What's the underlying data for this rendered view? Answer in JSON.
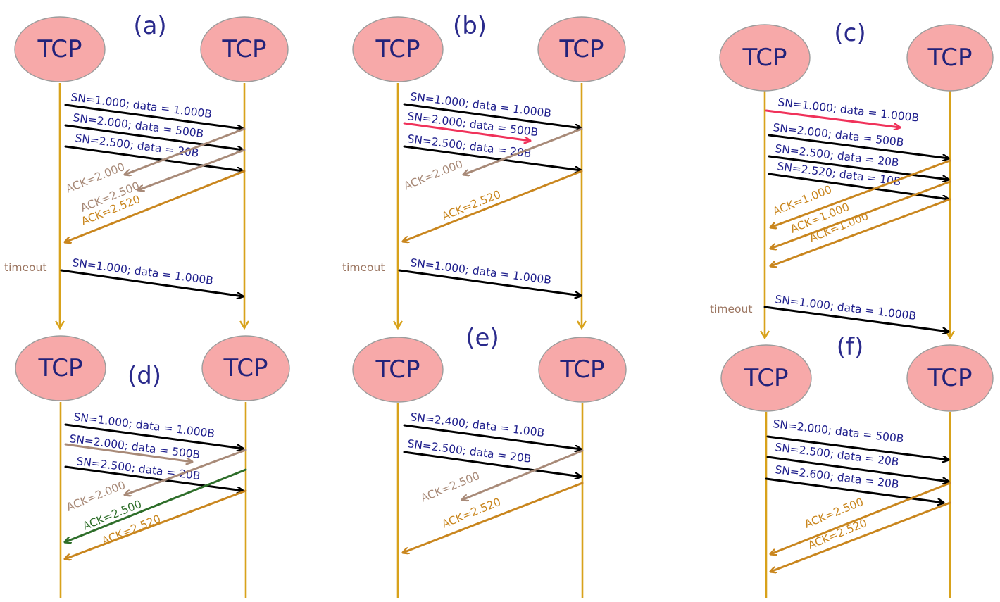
{
  "colors": {
    "node_fill": "#f7a9a9",
    "node_stroke": "#9c9c9c",
    "lifeline": "#d8a21b",
    "text_blue": "#1e1e8c",
    "data_black": "#000000",
    "lost_red": "#f0325a",
    "ack_tan": "#a88a78",
    "ack_orange": "#c9861e",
    "ack_green": "#2e6e2a",
    "timeout": "#9b7560"
  },
  "panels": [
    {
      "id": "a",
      "label": "(a)",
      "left_node": "TCP",
      "right_node": "TCP",
      "messages": [
        {
          "kind": "segment",
          "text": "SN=1.000; data = 1.000B",
          "status": "ok"
        },
        {
          "kind": "segment",
          "text": "SN=2.000; data = 500B",
          "status": "ok"
        },
        {
          "kind": "segment",
          "text": "SN=2.500; data = 20B",
          "status": "ok"
        },
        {
          "kind": "ack",
          "text": "ACK=2.000",
          "color": "tan"
        },
        {
          "kind": "ack",
          "text": "ACK=2.500",
          "color": "tan"
        },
        {
          "kind": "ack",
          "text": "ACK=2.520",
          "color": "orange"
        },
        {
          "kind": "timeout",
          "text": "timeout"
        },
        {
          "kind": "segment",
          "text": "SN=1.000; data = 1.000B",
          "status": "ok"
        }
      ]
    },
    {
      "id": "b",
      "label": "(b)",
      "left_node": "TCP",
      "right_node": "TCP",
      "messages": [
        {
          "kind": "segment",
          "text": "SN=1.000; data = 1.000B",
          "status": "ok"
        },
        {
          "kind": "segment",
          "text": "SN=2.000; data = 500B",
          "status": "lost"
        },
        {
          "kind": "segment",
          "text": "SN=2.500; data = 20B",
          "status": "ok"
        },
        {
          "kind": "ack",
          "text": "ACK=2.000",
          "color": "tan"
        },
        {
          "kind": "ack",
          "text": "ACK=2.520",
          "color": "orange"
        },
        {
          "kind": "timeout",
          "text": "timeout"
        },
        {
          "kind": "segment",
          "text": "SN=1.000; data = 1.000B",
          "status": "ok"
        }
      ]
    },
    {
      "id": "c",
      "label": "(c)",
      "left_node": "TCP",
      "right_node": "TCP",
      "messages": [
        {
          "kind": "segment",
          "text": "SN=1.000; data = 1.000B",
          "status": "lost"
        },
        {
          "kind": "segment",
          "text": "SN=2.000; data = 500B",
          "status": "ok"
        },
        {
          "kind": "segment",
          "text": "SN=2.500; data = 20B",
          "status": "ok"
        },
        {
          "kind": "segment",
          "text": "SN=2.520; data = 10B",
          "status": "ok"
        },
        {
          "kind": "ack",
          "text": "ACK=1.000",
          "color": "orange"
        },
        {
          "kind": "ack",
          "text": "ACK=1.000",
          "color": "orange"
        },
        {
          "kind": "ack",
          "text": "ACK=1.000",
          "color": "orange"
        },
        {
          "kind": "timeout",
          "text": "timeout"
        },
        {
          "kind": "segment",
          "text": "SN=1.000; data = 1.000B",
          "status": "ok"
        }
      ]
    },
    {
      "id": "d",
      "label": "(d)",
      "left_node": "TCP",
      "right_node": "TCP",
      "messages": [
        {
          "kind": "segment",
          "text": "SN=1.000; data = 1.000B",
          "status": "ok"
        },
        {
          "kind": "segment",
          "text": "SN=2.000; data = 500B",
          "status": "delayed"
        },
        {
          "kind": "segment",
          "text": "SN=2.500; data = 20B",
          "status": "ok"
        },
        {
          "kind": "ack",
          "text": "ACK=2.000",
          "color": "tan"
        },
        {
          "kind": "ack",
          "text": "ACK=2.500",
          "color": "green"
        },
        {
          "kind": "ack",
          "text": "ACK=2.520",
          "color": "orange"
        }
      ]
    },
    {
      "id": "e",
      "label": "(e)",
      "left_node": "TCP",
      "right_node": "TCP",
      "messages": [
        {
          "kind": "segment",
          "text": "SN=2.400; data = 1.00B",
          "status": "ok"
        },
        {
          "kind": "segment",
          "text": "SN=2.500; data = 20B",
          "status": "ok"
        },
        {
          "kind": "ack",
          "text": "ACK=2.500",
          "color": "tan"
        },
        {
          "kind": "ack",
          "text": "ACK=2.520",
          "color": "orange"
        }
      ]
    },
    {
      "id": "f",
      "label": "(f)",
      "left_node": "TCP",
      "right_node": "TCP",
      "messages": [
        {
          "kind": "segment",
          "text": "SN=2.000; data = 500B",
          "status": "ok"
        },
        {
          "kind": "segment",
          "text": "SN=2.500; data = 20B",
          "status": "ok"
        },
        {
          "kind": "segment",
          "text": "SN=2.600; data = 20B",
          "status": "ok"
        },
        {
          "kind": "ack",
          "text": "ACK=2.500",
          "color": "orange"
        },
        {
          "kind": "ack",
          "text": "ACK=2.520",
          "color": "orange"
        }
      ]
    }
  ]
}
